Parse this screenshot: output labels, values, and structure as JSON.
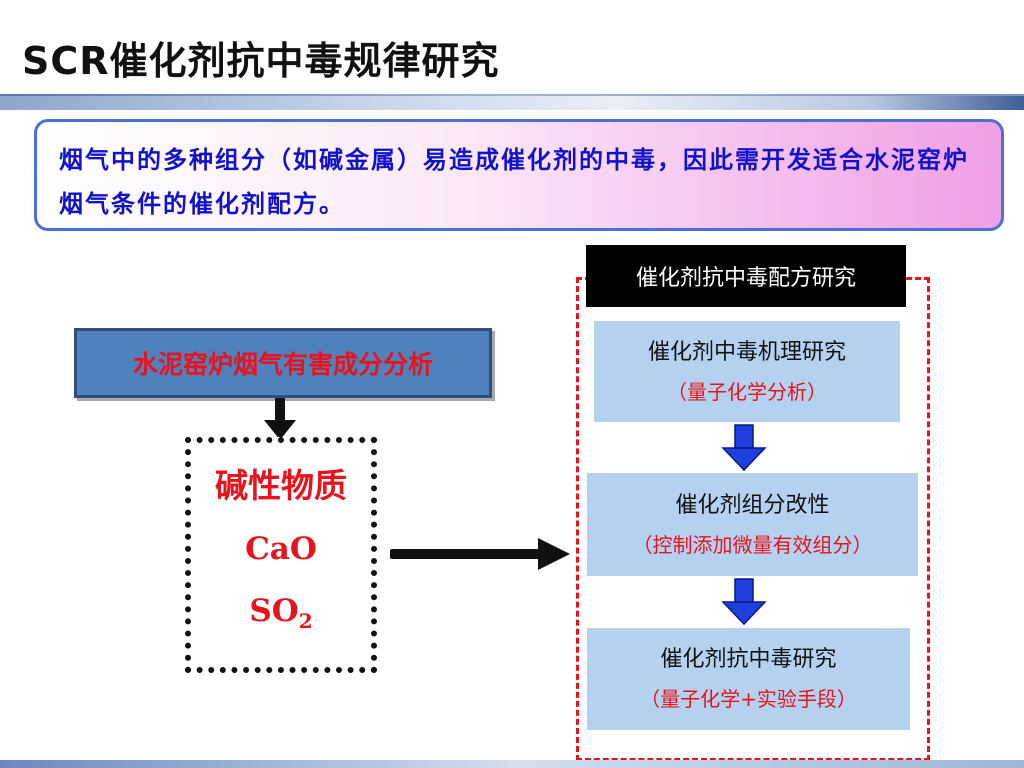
{
  "slide": {
    "title": "SCR催化剂抗中毒规律研究",
    "intro_text": "烟气中的多种组分（如碱金属）易造成催化剂的中毒，因此需开发适合水泥窑炉烟气条件的催化剂配方。"
  },
  "analysis": {
    "source_label": "水泥窑炉烟气有害成分分析",
    "alkaline_title": "碱性物质",
    "chem_1": "CaO",
    "chem_2_base": "SO",
    "chem_2_sub": "2"
  },
  "research": {
    "header": "催化剂抗中毒配方研究",
    "steps": [
      {
        "main": "催化剂中毒机理研究",
        "sub": "（量子化学分析）"
      },
      {
        "main": "催化剂组分改性",
        "sub": "（控制添加微量有效组分）"
      },
      {
        "main": "催化剂抗中毒研究",
        "sub": "（量子化学+实验手段）"
      }
    ]
  },
  "colors": {
    "accent_red": "#e8131d",
    "accent_blue": "#1111cc",
    "step_fill": "#b4d2f0",
    "source_fill": "#4f81bd"
  }
}
